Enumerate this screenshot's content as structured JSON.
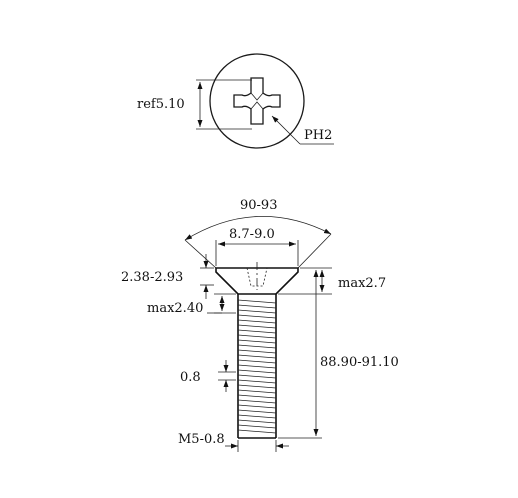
{
  "labels": {
    "ref_diameter": "ref5.10",
    "drive": "PH2",
    "countersink_angle": "90-93",
    "head_diameter": "8.7-9.0",
    "head_height_range": "2.38-2.93",
    "head_height_max": "max2.7",
    "underhead_max": "max2.40",
    "pitch": "0.8",
    "length": "88.90-91.10",
    "thread": "M5-0.8"
  }
}
